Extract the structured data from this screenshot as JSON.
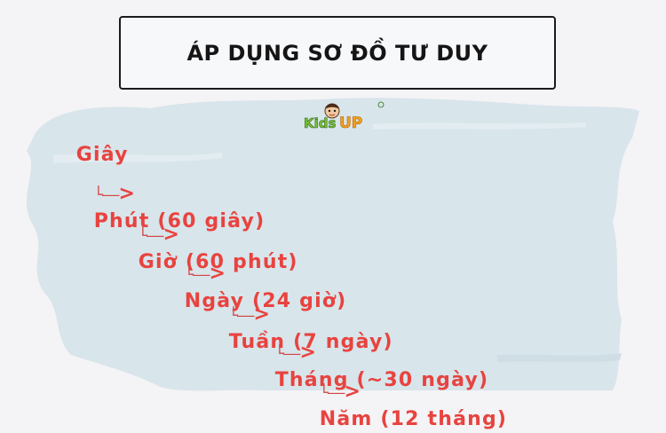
{
  "title": "ÁP DỤNG SƠ ĐỒ TƯ DUY",
  "logo": {
    "text": "KidsUP",
    "icon": "kidsup-logo-icon"
  },
  "colors": {
    "accent": "#e8433f",
    "title": "#151515",
    "brush": "#d7e4ea"
  },
  "tree": {
    "root": "Giây",
    "connector": "└——",
    "arrowhead": ">",
    "items": [
      "Phút (60 giây)",
      "Giờ (60 phút)",
      "Ngày (24 giờ)",
      "Tuần (7 ngày)",
      "Tháng (~30 ngày)",
      "Năm (12 tháng)"
    ]
  }
}
